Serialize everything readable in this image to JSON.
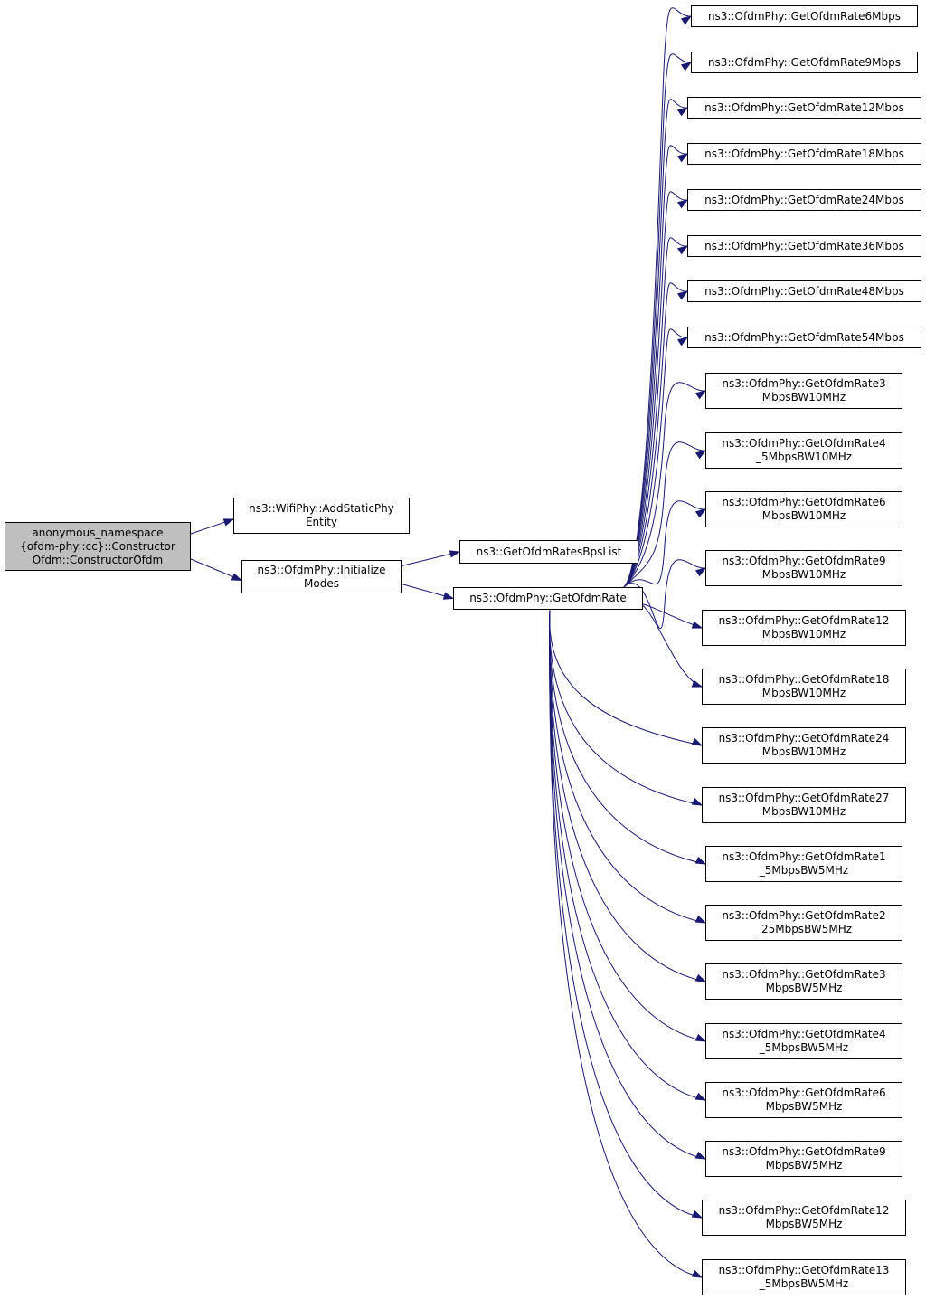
{
  "diagram": {
    "colors": {
      "edge": "#191970",
      "root_fill": "#bfbfbf",
      "node_fill": "#ffffff",
      "border": "#000000"
    },
    "nodes": [
      {
        "id": "root",
        "lines": [
          "anonymous_namespace",
          "{ofdm-phy::cc}::Constructor",
          "Ofdm::ConstructorOfdm"
        ]
      },
      {
        "id": "addstatic",
        "lines": [
          "ns3::WifiPhy::AddStaticPhy",
          "Entity"
        ]
      },
      {
        "id": "initmodes",
        "lines": [
          "ns3::OfdmPhy::Initialize",
          "Modes"
        ]
      },
      {
        "id": "bpslist",
        "lines": [
          "ns3::GetOfdmRatesBpsList"
        ]
      },
      {
        "id": "getrate",
        "lines": [
          "ns3::OfdmPhy::GetOfdmRate"
        ]
      },
      {
        "id": "r6",
        "lines": [
          "ns3::OfdmPhy::GetOfdmRate6Mbps"
        ]
      },
      {
        "id": "r9",
        "lines": [
          "ns3::OfdmPhy::GetOfdmRate9Mbps"
        ]
      },
      {
        "id": "r12",
        "lines": [
          "ns3::OfdmPhy::GetOfdmRate12Mbps"
        ]
      },
      {
        "id": "r18",
        "lines": [
          "ns3::OfdmPhy::GetOfdmRate18Mbps"
        ]
      },
      {
        "id": "r24",
        "lines": [
          "ns3::OfdmPhy::GetOfdmRate24Mbps"
        ]
      },
      {
        "id": "r36",
        "lines": [
          "ns3::OfdmPhy::GetOfdmRate36Mbps"
        ]
      },
      {
        "id": "r48",
        "lines": [
          "ns3::OfdmPhy::GetOfdmRate48Mbps"
        ]
      },
      {
        "id": "r54",
        "lines": [
          "ns3::OfdmPhy::GetOfdmRate54Mbps"
        ]
      },
      {
        "id": "r3_10",
        "lines": [
          "ns3::OfdmPhy::GetOfdmRate3",
          "MbpsBW10MHz"
        ]
      },
      {
        "id": "r45_10",
        "lines": [
          "ns3::OfdmPhy::GetOfdmRate4",
          "_5MbpsBW10MHz"
        ]
      },
      {
        "id": "r6_10",
        "lines": [
          "ns3::OfdmPhy::GetOfdmRate6",
          "MbpsBW10MHz"
        ]
      },
      {
        "id": "r9_10",
        "lines": [
          "ns3::OfdmPhy::GetOfdmRate9",
          "MbpsBW10MHz"
        ]
      },
      {
        "id": "r12_10",
        "lines": [
          "ns3::OfdmPhy::GetOfdmRate12",
          "MbpsBW10MHz"
        ]
      },
      {
        "id": "r18_10",
        "lines": [
          "ns3::OfdmPhy::GetOfdmRate18",
          "MbpsBW10MHz"
        ]
      },
      {
        "id": "r24_10",
        "lines": [
          "ns3::OfdmPhy::GetOfdmRate24",
          "MbpsBW10MHz"
        ]
      },
      {
        "id": "r27_10",
        "lines": [
          "ns3::OfdmPhy::GetOfdmRate27",
          "MbpsBW10MHz"
        ]
      },
      {
        "id": "r15_5",
        "lines": [
          "ns3::OfdmPhy::GetOfdmRate1",
          "_5MbpsBW5MHz"
        ]
      },
      {
        "id": "r225_5",
        "lines": [
          "ns3::OfdmPhy::GetOfdmRate2",
          "_25MbpsBW5MHz"
        ]
      },
      {
        "id": "r3_5",
        "lines": [
          "ns3::OfdmPhy::GetOfdmRate3",
          "MbpsBW5MHz"
        ]
      },
      {
        "id": "r45_5",
        "lines": [
          "ns3::OfdmPhy::GetOfdmRate4",
          "_5MbpsBW5MHz"
        ]
      },
      {
        "id": "r6_5",
        "lines": [
          "ns3::OfdmPhy::GetOfdmRate6",
          "MbpsBW5MHz"
        ]
      },
      {
        "id": "r9_5",
        "lines": [
          "ns3::OfdmPhy::GetOfdmRate9",
          "MbpsBW5MHz"
        ]
      },
      {
        "id": "r12_5",
        "lines": [
          "ns3::OfdmPhy::GetOfdmRate12",
          "MbpsBW5MHz"
        ]
      },
      {
        "id": "r135_5",
        "lines": [
          "ns3::OfdmPhy::GetOfdmRate13",
          "_5MbpsBW5MHz"
        ]
      }
    ],
    "edges": [
      [
        "root",
        "addstatic"
      ],
      [
        "root",
        "initmodes"
      ],
      [
        "initmodes",
        "bpslist"
      ],
      [
        "initmodes",
        "getrate"
      ],
      [
        "getrate",
        "r6"
      ],
      [
        "getrate",
        "r9"
      ],
      [
        "getrate",
        "r12"
      ],
      [
        "getrate",
        "r18"
      ],
      [
        "getrate",
        "r24"
      ],
      [
        "getrate",
        "r36"
      ],
      [
        "getrate",
        "r48"
      ],
      [
        "getrate",
        "r54"
      ],
      [
        "getrate",
        "r3_10"
      ],
      [
        "getrate",
        "r45_10"
      ],
      [
        "getrate",
        "r6_10"
      ],
      [
        "getrate",
        "r9_10"
      ],
      [
        "getrate",
        "r12_10"
      ],
      [
        "getrate",
        "r18_10"
      ],
      [
        "getrate",
        "r24_10"
      ],
      [
        "getrate",
        "r27_10"
      ],
      [
        "getrate",
        "r15_5"
      ],
      [
        "getrate",
        "r225_5"
      ],
      [
        "getrate",
        "r3_5"
      ],
      [
        "getrate",
        "r45_5"
      ],
      [
        "getrate",
        "r6_5"
      ],
      [
        "getrate",
        "r9_5"
      ],
      [
        "getrate",
        "r12_5"
      ],
      [
        "getrate",
        "r135_5"
      ]
    ]
  }
}
